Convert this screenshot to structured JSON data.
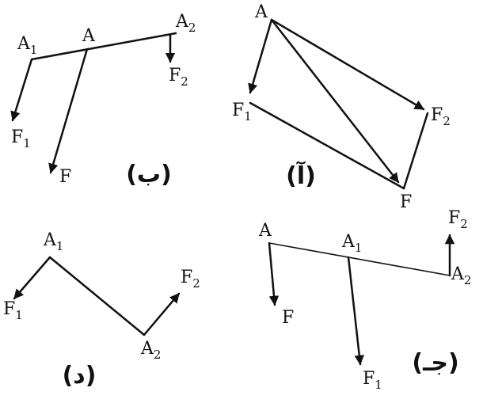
{
  "panels": {
    "b": {
      "caption": "(ب)",
      "labels": {
        "A": "A",
        "A1": "A",
        "A1_sub": "1",
        "A2": "A",
        "A2_sub": "2",
        "F": "F",
        "F1": "F",
        "F1_sub": "1",
        "F2": "F",
        "F2_sub": "2"
      }
    },
    "alef": {
      "caption": "(آ)",
      "labels": {
        "A": "A",
        "F": "F",
        "F1": "F",
        "F1_sub": "1",
        "F2": "F",
        "F2_sub": "2"
      }
    },
    "dal": {
      "caption": "(د)",
      "labels": {
        "A1": "A",
        "A1_sub": "1",
        "A2": "A",
        "A2_sub": "2",
        "F1": "F",
        "F1_sub": "1",
        "F2": "F",
        "F2_sub": "2"
      }
    },
    "jim": {
      "caption": "(جـ)",
      "labels": {
        "A": "A",
        "A1": "A",
        "A1_sub": "1",
        "A2": "A",
        "A2_sub": "2",
        "F": "F",
        "F1": "F",
        "F1_sub": "1",
        "F2": "F",
        "F2_sub": "2"
      }
    }
  }
}
